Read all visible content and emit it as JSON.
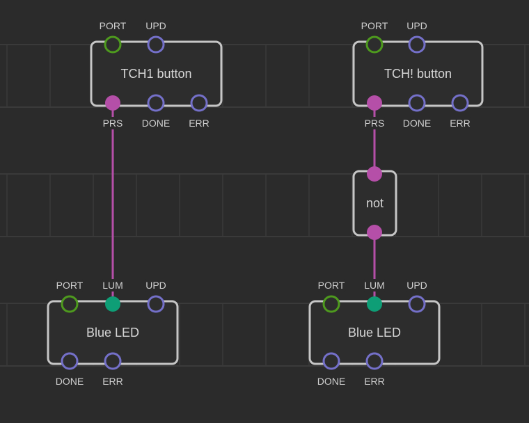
{
  "colors": {
    "background": "#2b2b2b",
    "grid": "#3a3a3a",
    "node_fill": "#2d2d2d",
    "node_stroke": "#c6c6c6",
    "port_pin": "#4e9a1e",
    "pulse_pin": "#7470c9",
    "boolean_pin": "#b54fa8",
    "number_pin": "#0e9e76",
    "link_boolean": "#b54fa8"
  },
  "nodes": [
    {
      "id": "tch1",
      "title": "TCH1 button",
      "pins_top": [
        {
          "label": "PORT",
          "kind": "port",
          "filled": false
        },
        {
          "label": "UPD",
          "kind": "pulse",
          "filled": false
        }
      ],
      "pins_bottom": [
        {
          "label": "PRS",
          "kind": "boolean",
          "filled": true
        },
        {
          "label": "DONE",
          "kind": "pulse",
          "filled": false
        },
        {
          "label": "ERR",
          "kind": "pulse",
          "filled": false
        }
      ]
    },
    {
      "id": "tch2",
      "title": "TCH! button",
      "pins_top": [
        {
          "label": "PORT",
          "kind": "port",
          "filled": false
        },
        {
          "label": "UPD",
          "kind": "pulse",
          "filled": false
        }
      ],
      "pins_bottom": [
        {
          "label": "PRS",
          "kind": "boolean",
          "filled": true
        },
        {
          "label": "DONE",
          "kind": "pulse",
          "filled": false
        },
        {
          "label": "ERR",
          "kind": "pulse",
          "filled": false
        }
      ]
    },
    {
      "id": "not1",
      "title": "not",
      "pins_top": [
        {
          "label": "",
          "kind": "boolean",
          "filled": true
        }
      ],
      "pins_bottom": [
        {
          "label": "",
          "kind": "boolean",
          "filled": true
        }
      ]
    },
    {
      "id": "led1",
      "title": "Blue LED",
      "pins_top": [
        {
          "label": "PORT",
          "kind": "port",
          "filled": false
        },
        {
          "label": "LUM",
          "kind": "number",
          "filled": true
        },
        {
          "label": "UPD",
          "kind": "pulse",
          "filled": false
        }
      ],
      "pins_bottom": [
        {
          "label": "DONE",
          "kind": "pulse",
          "filled": false
        },
        {
          "label": "ERR",
          "kind": "pulse",
          "filled": false
        }
      ]
    },
    {
      "id": "led2",
      "title": "Blue LED",
      "pins_top": [
        {
          "label": "PORT",
          "kind": "port",
          "filled": false
        },
        {
          "label": "LUM",
          "kind": "number",
          "filled": true
        },
        {
          "label": "UPD",
          "kind": "pulse",
          "filled": false
        }
      ],
      "pins_bottom": [
        {
          "label": "DONE",
          "kind": "pulse",
          "filled": false
        },
        {
          "label": "ERR",
          "kind": "pulse",
          "filled": false
        }
      ]
    }
  ],
  "links": [
    {
      "from_node": "tch1",
      "from_pin": "PRS",
      "to_node": "led1",
      "to_pin": "LUM",
      "kind": "boolean"
    },
    {
      "from_node": "tch2",
      "from_pin": "PRS",
      "to_node": "not1",
      "to_pin": "in",
      "kind": "boolean"
    },
    {
      "from_node": "not1",
      "from_pin": "out",
      "to_node": "led2",
      "to_pin": "LUM",
      "kind": "boolean"
    }
  ]
}
